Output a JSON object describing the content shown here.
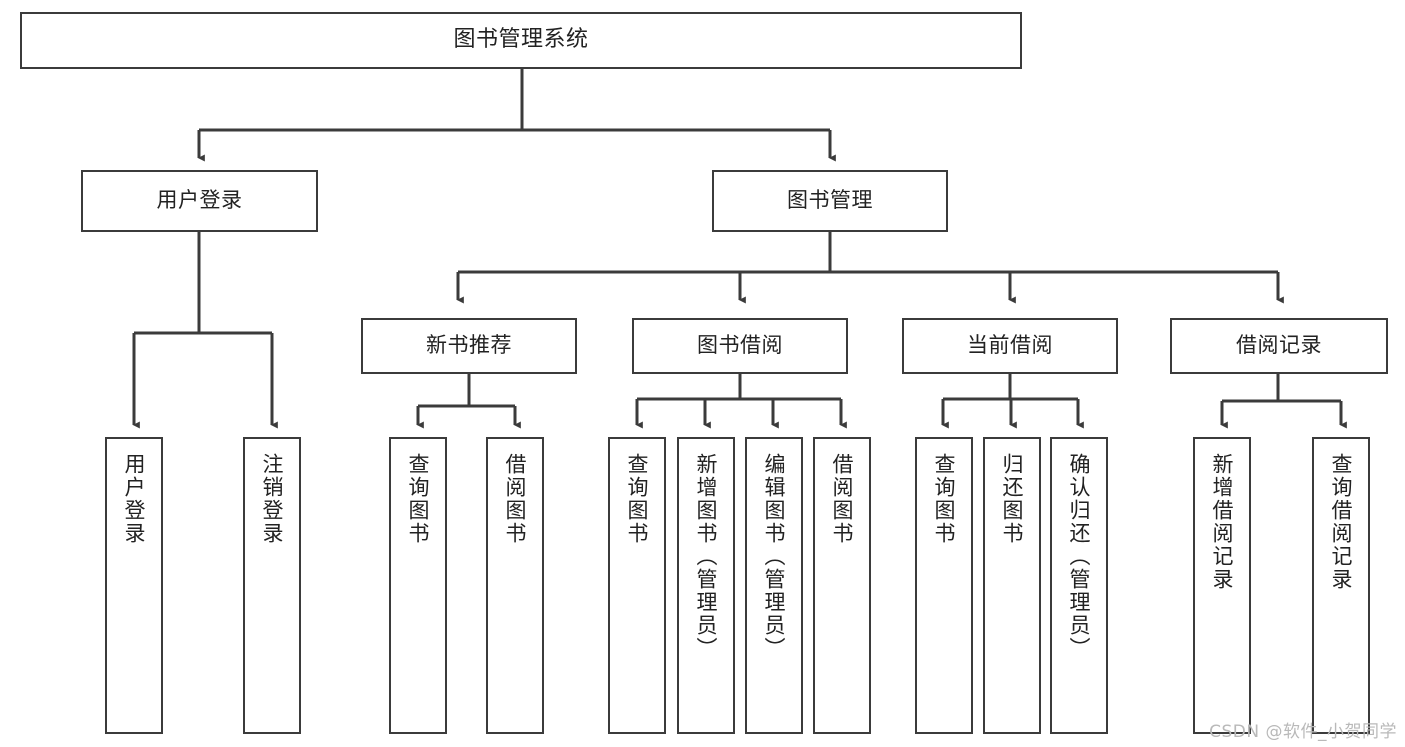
{
  "diagram": {
    "type": "tree-hierarchy-chart",
    "title": "图书管理系统",
    "colors": {
      "stroke": "#3b3b3b",
      "background": "#ffffff",
      "text": "#222222",
      "watermark": "#b9b9b9"
    },
    "root": {
      "id": "root",
      "label": "图书管理系统"
    },
    "level1": [
      {
        "id": "user-login",
        "label": "用户登录"
      },
      {
        "id": "book-manage",
        "label": "图书管理"
      }
    ],
    "level2": [
      {
        "id": "new-book-recommend",
        "label": "新书推荐",
        "parent": "book-manage"
      },
      {
        "id": "book-borrow",
        "label": "图书借阅",
        "parent": "book-manage"
      },
      {
        "id": "current-borrow",
        "label": "当前借阅",
        "parent": "book-manage"
      },
      {
        "id": "borrow-record",
        "label": "借阅记录",
        "parent": "book-manage"
      }
    ],
    "leaves": [
      {
        "id": "leaf-user-login",
        "label": "用户登录",
        "parent": "user-login"
      },
      {
        "id": "leaf-user-logout",
        "label": "注销登录",
        "parent": "user-login"
      },
      {
        "id": "leaf-query-book-1",
        "label": "查询图书",
        "parent": "new-book-recommend"
      },
      {
        "id": "leaf-borrow-book-1",
        "label": "借阅图书",
        "parent": "new-book-recommend"
      },
      {
        "id": "leaf-query-book-2",
        "label": "查询图书",
        "parent": "book-borrow"
      },
      {
        "id": "leaf-add-book",
        "label": "新增图书（管理员）",
        "parent": "book-borrow"
      },
      {
        "id": "leaf-edit-book",
        "label": "编辑图书（管理员）",
        "parent": "book-borrow"
      },
      {
        "id": "leaf-borrow-book-2",
        "label": "借阅图书",
        "parent": "book-borrow"
      },
      {
        "id": "leaf-query-book-3",
        "label": "查询图书",
        "parent": "current-borrow"
      },
      {
        "id": "leaf-return-book",
        "label": "归还图书",
        "parent": "current-borrow"
      },
      {
        "id": "leaf-confirm-return",
        "label": "确认归还（管理员）",
        "parent": "current-borrow"
      },
      {
        "id": "leaf-add-record",
        "label": "新增借阅记录",
        "parent": "borrow-record"
      },
      {
        "id": "leaf-query-record",
        "label": "查询借阅记录",
        "parent": "borrow-record"
      }
    ],
    "watermark": "CSDN @软件_小贺同学"
  }
}
